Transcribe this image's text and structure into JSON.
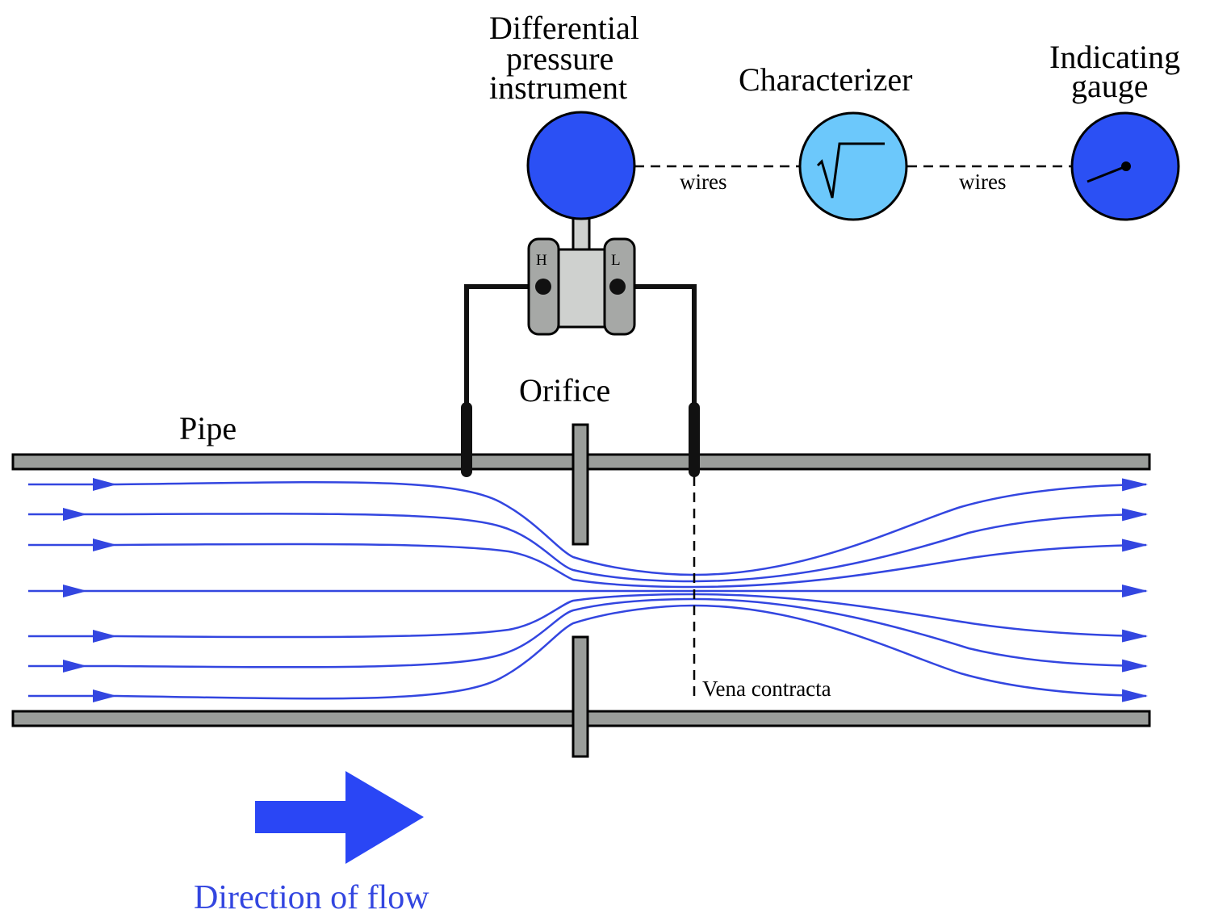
{
  "labels": {
    "dp_line1": "Differential",
    "dp_line2": "pressure",
    "dp_line3": "instrument",
    "characterizer": "Characterizer",
    "gauge_line1": "Indicating",
    "gauge_line2": "gauge",
    "wires_left": "wires",
    "wires_right": "wires",
    "port_high": "H",
    "port_low": "L",
    "orifice": "Orifice",
    "pipe": "Pipe",
    "vena_contracta": "Vena contracta",
    "direction": "Direction of flow"
  },
  "colors": {
    "instrument_blue": "#2b50f4",
    "characterizer_blue": "#6cc8fb",
    "streamline_blue": "#3346e0",
    "arrow_blue": "#2a46f5",
    "pipe_gray": "#9a9d9a",
    "manifold_gray": "#cfd1cf",
    "flange_gray": "#a6a8a6"
  },
  "icons": {
    "characterizer_symbol": "square-root-icon",
    "gauge_needle": "needle-icon"
  }
}
